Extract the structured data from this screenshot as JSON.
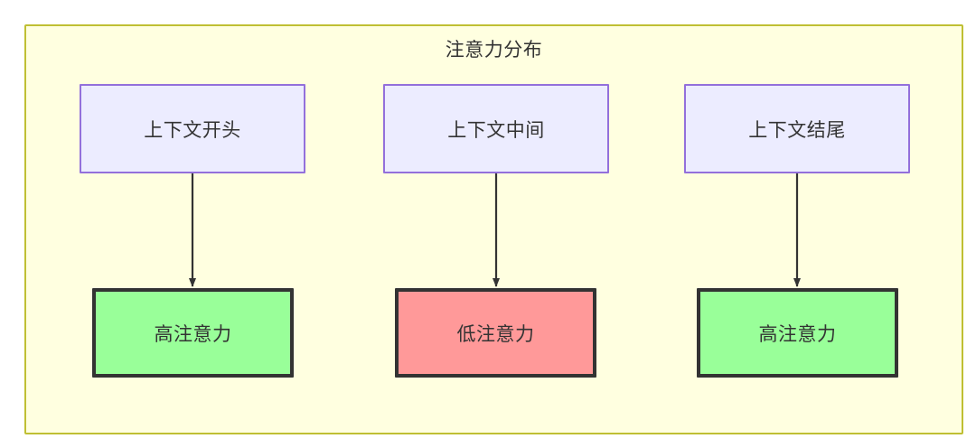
{
  "diagram": {
    "title": "注意力分布",
    "container": {
      "fill": "#ffffe0",
      "stroke": "#bfbf33"
    },
    "context_nodes": [
      {
        "id": "context-start",
        "label": "上下文开头",
        "fill": "#ececff",
        "stroke": "#9370db"
      },
      {
        "id": "context-middle",
        "label": "上下文中间",
        "fill": "#ececff",
        "stroke": "#9370db"
      },
      {
        "id": "context-end",
        "label": "上下文结尾",
        "fill": "#ececff",
        "stroke": "#9370db"
      }
    ],
    "attention_nodes": [
      {
        "id": "attention-high-start",
        "label": "高注意力",
        "fill": "#99ff99",
        "stroke": "#333333"
      },
      {
        "id": "attention-low-middle",
        "label": "低注意力",
        "fill": "#ff9999",
        "stroke": "#333333"
      },
      {
        "id": "attention-high-end",
        "label": "高注意力",
        "fill": "#99ff99",
        "stroke": "#333333"
      }
    ],
    "edges": [
      {
        "from": "context-start",
        "to": "attention-high-start",
        "label": ""
      },
      {
        "from": "context-middle",
        "to": "attention-low-middle",
        "label": ""
      },
      {
        "from": "context-end",
        "to": "attention-high-end",
        "label": ""
      }
    ],
    "edge_color": "#333333"
  }
}
